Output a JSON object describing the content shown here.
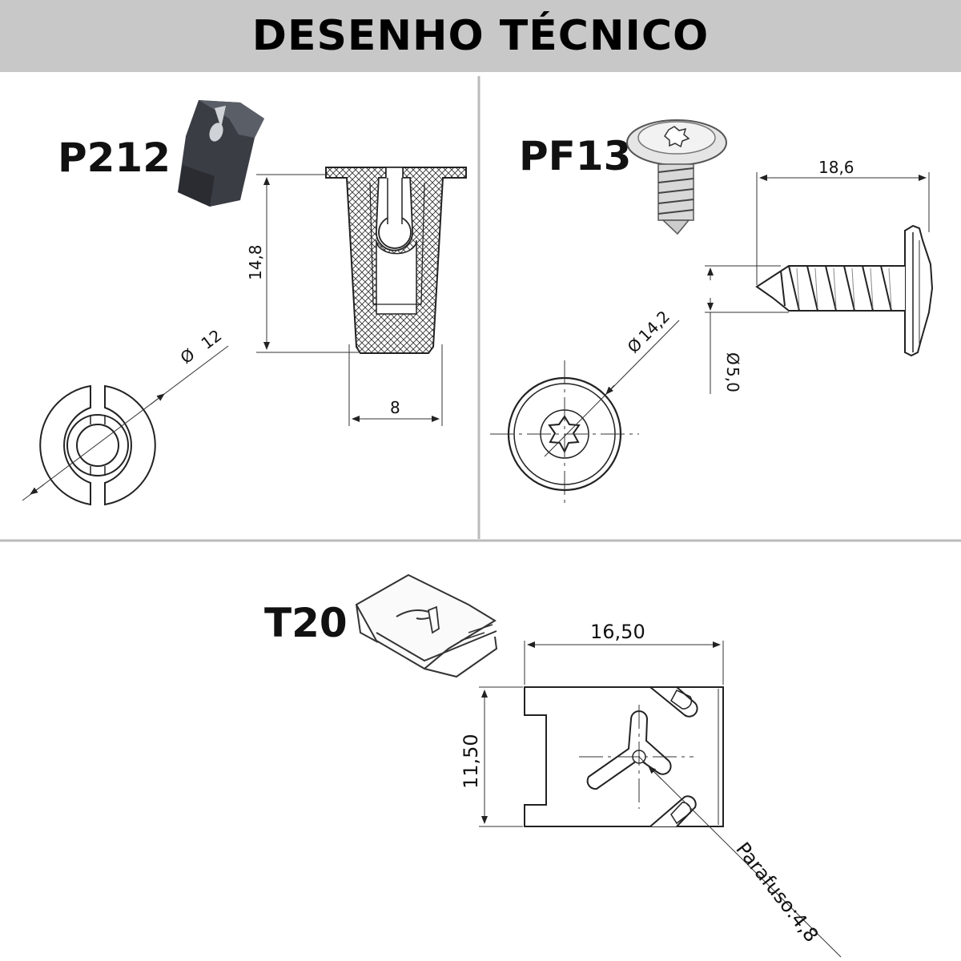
{
  "header": {
    "title": "DESENHO TÉCNICO"
  },
  "parts": {
    "p212": {
      "code": "P212",
      "dim_height": "14,8",
      "dim_diameter": "12",
      "dim_width": "8"
    },
    "pf13": {
      "code": "PF13",
      "dim_length": "18,6",
      "dim_head_diameter": "14,2",
      "dim_thread_diameter": "5,0"
    },
    "t20": {
      "code": "T20",
      "dim_width": "16,50",
      "dim_height": "11,50",
      "screw_note": "Parafuso:4,8"
    }
  },
  "symbols": {
    "diameter": "Ø"
  },
  "colors": {
    "header_bg": "#c8c8c8",
    "line": "#222222",
    "divider": "#bbbbbb",
    "part_dark": "#3a3d44"
  }
}
